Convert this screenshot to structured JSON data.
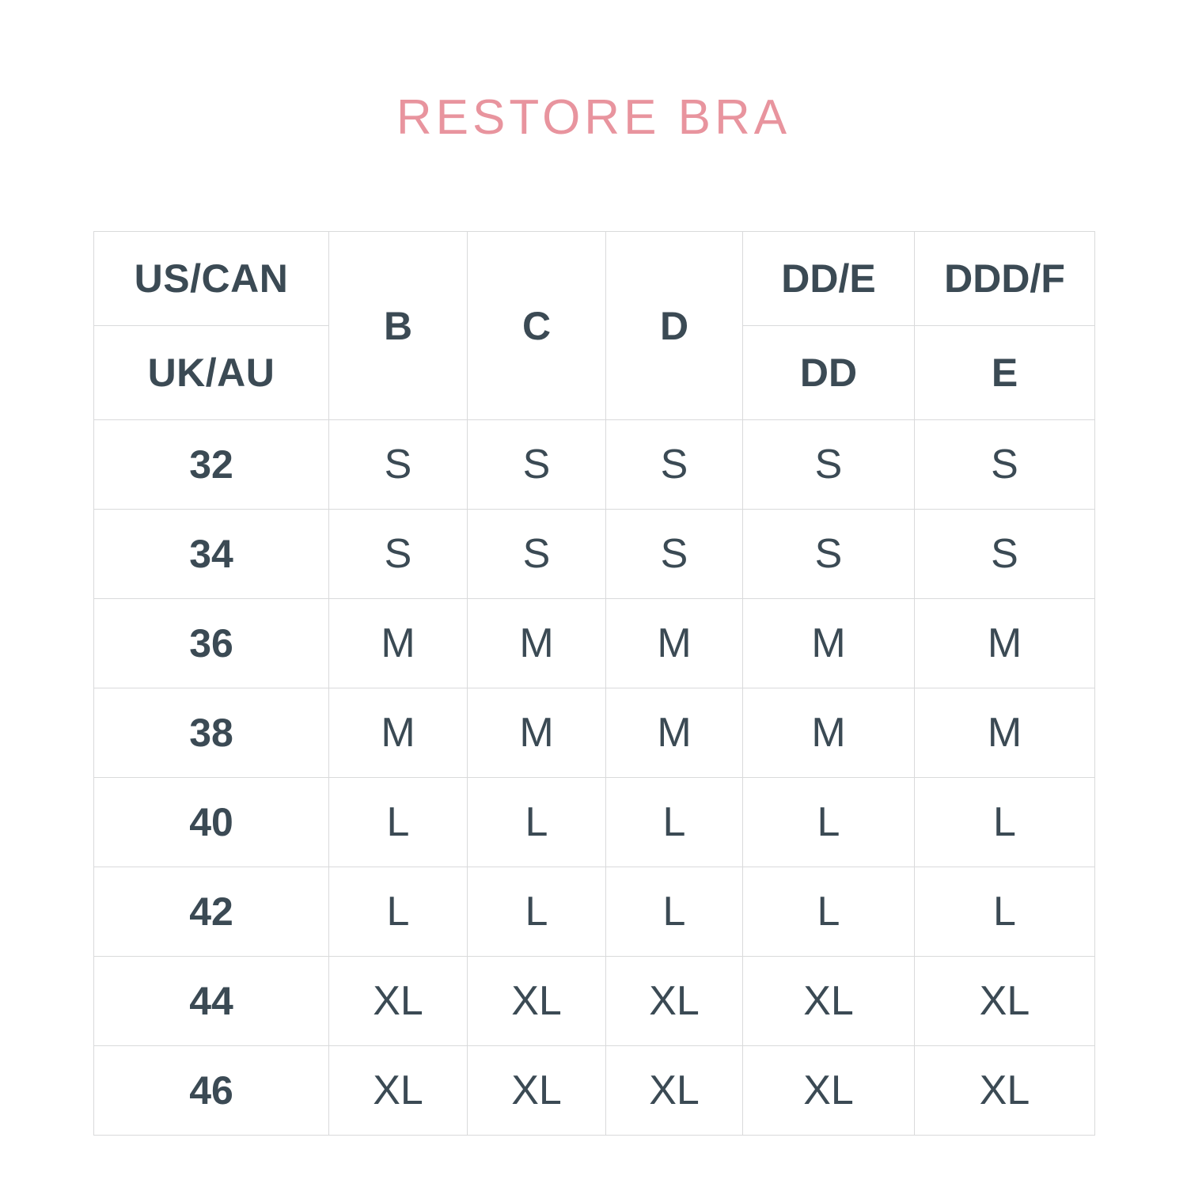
{
  "title": "RESTORE BRA",
  "colors": {
    "title_pink": "#e8949e",
    "text_dark": "#3b4a54",
    "grid_line": "#d9dadb",
    "background": "#ffffff"
  },
  "table": {
    "region_labels": {
      "us_can": "US/CAN",
      "uk_au": "UK/AU"
    },
    "cup_columns": [
      {
        "us_can": "B",
        "uk_au": "B",
        "spans_both_rows": true
      },
      {
        "us_can": "C",
        "uk_au": "C",
        "spans_both_rows": true
      },
      {
        "us_can": "D",
        "uk_au": "D",
        "spans_both_rows": true
      },
      {
        "us_can": "DD/E",
        "uk_au": "DD",
        "spans_both_rows": false
      },
      {
        "us_can": "DDD/F",
        "uk_au": "E",
        "spans_both_rows": false
      }
    ],
    "rows": [
      {
        "band": "32",
        "sizes": [
          "S",
          "S",
          "S",
          "S",
          "S"
        ]
      },
      {
        "band": "34",
        "sizes": [
          "S",
          "S",
          "S",
          "S",
          "S"
        ]
      },
      {
        "band": "36",
        "sizes": [
          "M",
          "M",
          "M",
          "M",
          "M"
        ]
      },
      {
        "band": "38",
        "sizes": [
          "M",
          "M",
          "M",
          "M",
          "M"
        ]
      },
      {
        "band": "40",
        "sizes": [
          "L",
          "L",
          "L",
          "L",
          "L"
        ]
      },
      {
        "band": "42",
        "sizes": [
          "L",
          "L",
          "L",
          "L",
          "L"
        ]
      },
      {
        "band": "44",
        "sizes": [
          "XL",
          "XL",
          "XL",
          "XL",
          "XL"
        ]
      },
      {
        "band": "46",
        "sizes": [
          "XL",
          "XL",
          "XL",
          "XL",
          "XL"
        ]
      }
    ]
  }
}
